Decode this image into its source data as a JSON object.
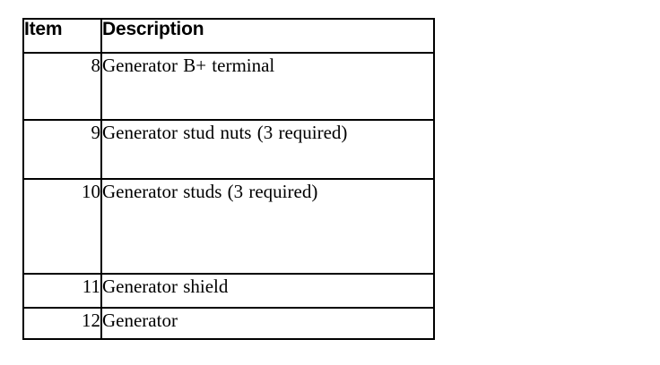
{
  "table": {
    "columns": [
      {
        "key": "item",
        "label": "Item"
      },
      {
        "key": "description",
        "label": "Description"
      }
    ],
    "rows": [
      {
        "item": "8",
        "description": "Generator B+ terminal"
      },
      {
        "item": "9",
        "description": "Generator stud nuts (3 required)"
      },
      {
        "item": "10",
        "description": "Generator studs (3 required)"
      },
      {
        "item": "11",
        "description": "Generator shield"
      },
      {
        "item": "12",
        "description": "Generator"
      }
    ]
  },
  "colors": {
    "border": "#000000",
    "text": "#000000",
    "background": "#ffffff"
  }
}
